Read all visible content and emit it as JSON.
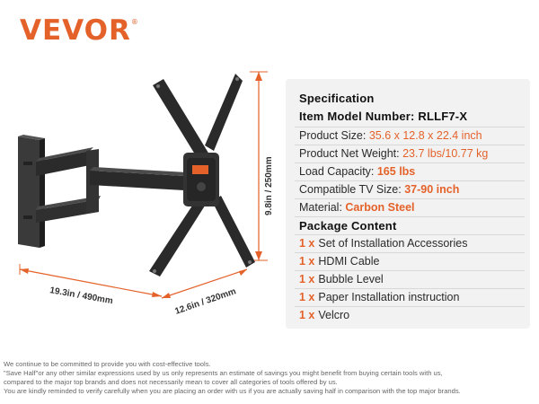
{
  "brand": {
    "name": "VEVOR",
    "mark": "®"
  },
  "dimensions": {
    "width": "19.3in / 490mm",
    "depth": "12.6in / 320mm",
    "height": "9.8in / 250mm"
  },
  "spec": {
    "title": "Specification",
    "model": "Item Model Number: RLLF7-X",
    "size_label": "Product Size: ",
    "size_value": "35.6 x 12.8 x 22.4 inch",
    "weight_label": "Product Net Weight: ",
    "weight_value": "23.7 lbs/10.77 kg",
    "load_label": "Load Capacity: ",
    "load_value": "165 lbs",
    "tv_label": "Compatible TV Size: ",
    "tv_value": "37-90 inch",
    "material_label": "Material: ",
    "material_value": "Carbon Steel",
    "package_title": "Package Content",
    "package_items": [
      {
        "qty": "1 x",
        "name": "Set of Installation Accessories"
      },
      {
        "qty": "1 x",
        "name": "HDMI Cable"
      },
      {
        "qty": "1 x",
        "name": "Bubble Level"
      },
      {
        "qty": "1 x",
        "name": "Paper Installation instruction"
      },
      {
        "qty": "1 x",
        "name": "Velcro"
      }
    ]
  },
  "disclaimer": [
    "We continue to be committed to provide you with cost-effective tools.",
    "\"Save Half\"or any other similar expressions used by us only represents an estimate of savings you might benefit from buying certain tools with us,",
    "compared to the major top brands and does not necessarily mean to cover all categories of tools offered by us.",
    "You are kindly reminded to verify carefully when you are placing an order with us if you are actually saving half in comparison with the top major brands."
  ],
  "colors": {
    "accent": "#e4622a",
    "panel": "#f2f2f2",
    "metal": "#2b2b2b",
    "dimension_line": "#e4622a"
  },
  "icons": [
    "tv-wall-mount-illustration",
    "dimension-arrow"
  ]
}
